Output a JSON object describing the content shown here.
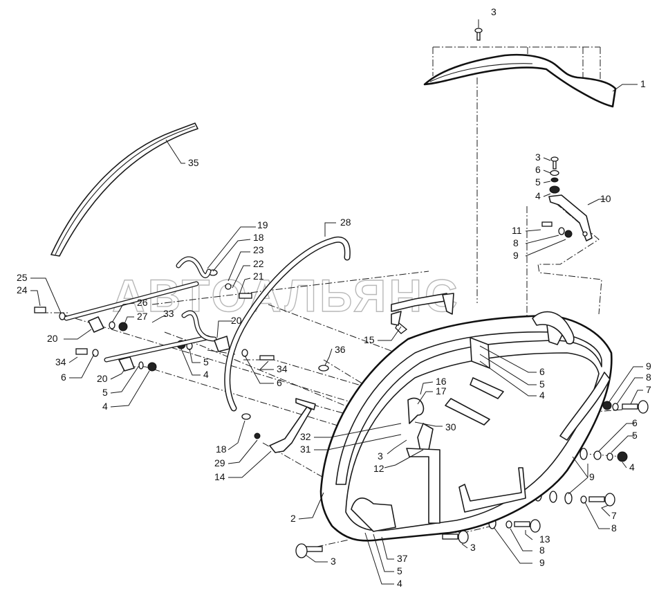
{
  "watermark": "АВТОАЛЬЯНС",
  "callouts": [
    {
      "label": "3"
    },
    {
      "label": "1"
    },
    {
      "label": "35"
    },
    {
      "label": "3"
    },
    {
      "label": "6"
    },
    {
      "label": "5"
    },
    {
      "label": "4"
    },
    {
      "label": "10"
    },
    {
      "label": "11"
    },
    {
      "label": "8"
    },
    {
      "label": "9"
    },
    {
      "label": "19"
    },
    {
      "label": "28"
    },
    {
      "label": "18"
    },
    {
      "label": "23"
    },
    {
      "label": "22"
    },
    {
      "label": "21"
    },
    {
      "label": "25"
    },
    {
      "label": "24"
    },
    {
      "label": "26"
    },
    {
      "label": "27"
    },
    {
      "label": "20"
    },
    {
      "label": "33"
    },
    {
      "label": "20"
    },
    {
      "label": "34"
    },
    {
      "label": "6"
    },
    {
      "label": "20"
    },
    {
      "label": "5"
    },
    {
      "label": "4"
    },
    {
      "label": "5"
    },
    {
      "label": "4"
    },
    {
      "label": "34"
    },
    {
      "label": "6"
    },
    {
      "label": "15"
    },
    {
      "label": "36"
    },
    {
      "label": "6"
    },
    {
      "label": "5"
    },
    {
      "label": "4"
    },
    {
      "label": "16"
    },
    {
      "label": "17"
    },
    {
      "label": "30"
    },
    {
      "label": "32"
    },
    {
      "label": "31"
    },
    {
      "label": "3"
    },
    {
      "label": "12"
    },
    {
      "label": "18"
    },
    {
      "label": "29"
    },
    {
      "label": "14"
    },
    {
      "label": "9"
    },
    {
      "label": "8"
    },
    {
      "label": "7"
    },
    {
      "label": "6"
    },
    {
      "label": "5"
    },
    {
      "label": "4"
    },
    {
      "label": "9"
    },
    {
      "label": "7"
    },
    {
      "label": "8"
    },
    {
      "label": "13"
    },
    {
      "label": "8"
    },
    {
      "label": "9"
    },
    {
      "label": "3"
    },
    {
      "label": "2"
    },
    {
      "label": "3"
    },
    {
      "label": "37"
    },
    {
      "label": "5"
    },
    {
      "label": "4"
    }
  ]
}
